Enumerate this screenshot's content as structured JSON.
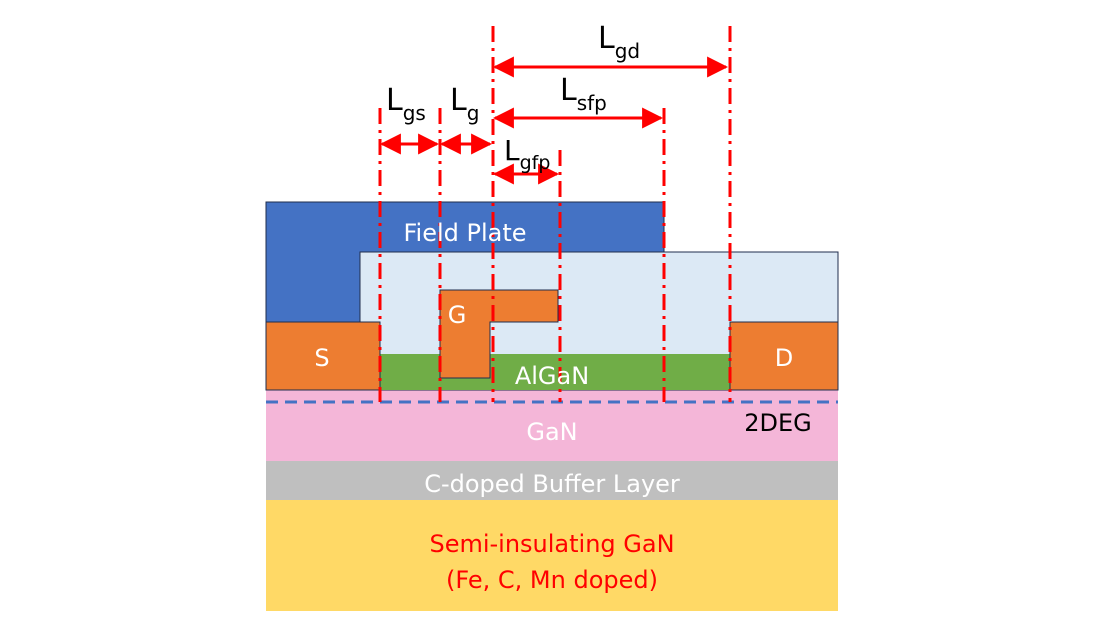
{
  "layers": {
    "field_plate": "Field Plate",
    "gate": "G",
    "source": "S",
    "drain": "D",
    "algan": "AlGaN",
    "gan": "GaN",
    "twodeg": "2DEG",
    "buffer": "C-doped Buffer Layer",
    "substrate_line1": "Semi-insulating GaN",
    "substrate_line2": "(Fe, C, Mn doped)"
  },
  "dimensions": {
    "lgs": {
      "main": "L",
      "sub": "gs"
    },
    "lg": {
      "main": "L",
      "sub": "g"
    },
    "lgfp": {
      "main": "L",
      "sub": "gfp"
    },
    "lsfp": {
      "main": "L",
      "sub": "sfp"
    },
    "lgd": {
      "main": "L",
      "sub": "gd"
    }
  },
  "colors": {
    "field_plate": "#4472c4",
    "passivation": "#dce9f5",
    "contact": "#ed7d31",
    "algan": "#70ad47",
    "gan": "#f4b6d8",
    "buffer": "#bfbfbf",
    "substrate": "#ffd966",
    "dimension": "#ff0000",
    "twodeg_line": "#4472c4",
    "outline": "#1f2d4d"
  }
}
